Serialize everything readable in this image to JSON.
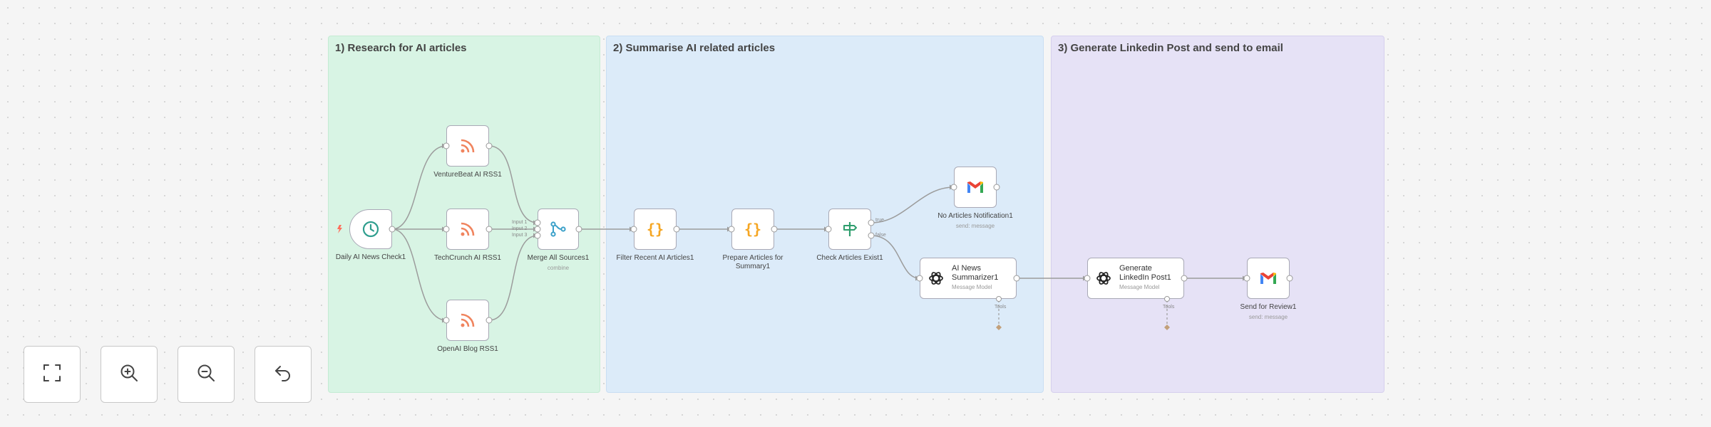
{
  "stickies": {
    "s1": "1) Research for AI articles",
    "s2": "2) Summarise AI related articles",
    "s3": "3) Generate Linkedin Post and send to email"
  },
  "nodes": {
    "daily": {
      "label": "Daily AI News Check1"
    },
    "venturebeat": {
      "label": "VentureBeat AI RSS1"
    },
    "techcrunch": {
      "label": "TechCrunch AI RSS1"
    },
    "openai_blog": {
      "label": "OpenAI Blog RSS1"
    },
    "merge": {
      "label": "Merge All Sources1",
      "sub": "combine",
      "in1": "Input 1",
      "in2": "Input 2",
      "in3": "Input 3"
    },
    "filter": {
      "label": "Filter Recent AI Articles1"
    },
    "prepare": {
      "label_line1": "Prepare Articles for",
      "label_line2": "Summary1"
    },
    "check": {
      "label": "Check Articles Exist1",
      "true": "true",
      "false": "false"
    },
    "no_articles": {
      "label": "No Articles Notification1",
      "sub": "send: message"
    },
    "summarizer": {
      "line1": "AI News",
      "line2": "Summarizer1",
      "sub": "Message Model",
      "tools": "Tools"
    },
    "generate": {
      "line1": "Generate",
      "line2": "LinkedIn Post1",
      "sub": "Message Model",
      "tools": "Tools"
    },
    "send": {
      "label": "Send for Review1",
      "sub": "send: message"
    }
  },
  "colors": {
    "rss": "#f0845e",
    "merge": "#3aa0c9",
    "code": "#f5a623",
    "if": "#2f9e6e",
    "gmail_red": "#ea4335",
    "gmail_blue": "#4285f4",
    "gmail_green": "#34a853",
    "gmail_yellow": "#fbbc04"
  },
  "controls": {
    "fit": "fit-view-icon",
    "zoom_in": "zoom-in-icon",
    "zoom_out": "zoom-out-icon",
    "undo": "undo-icon"
  }
}
